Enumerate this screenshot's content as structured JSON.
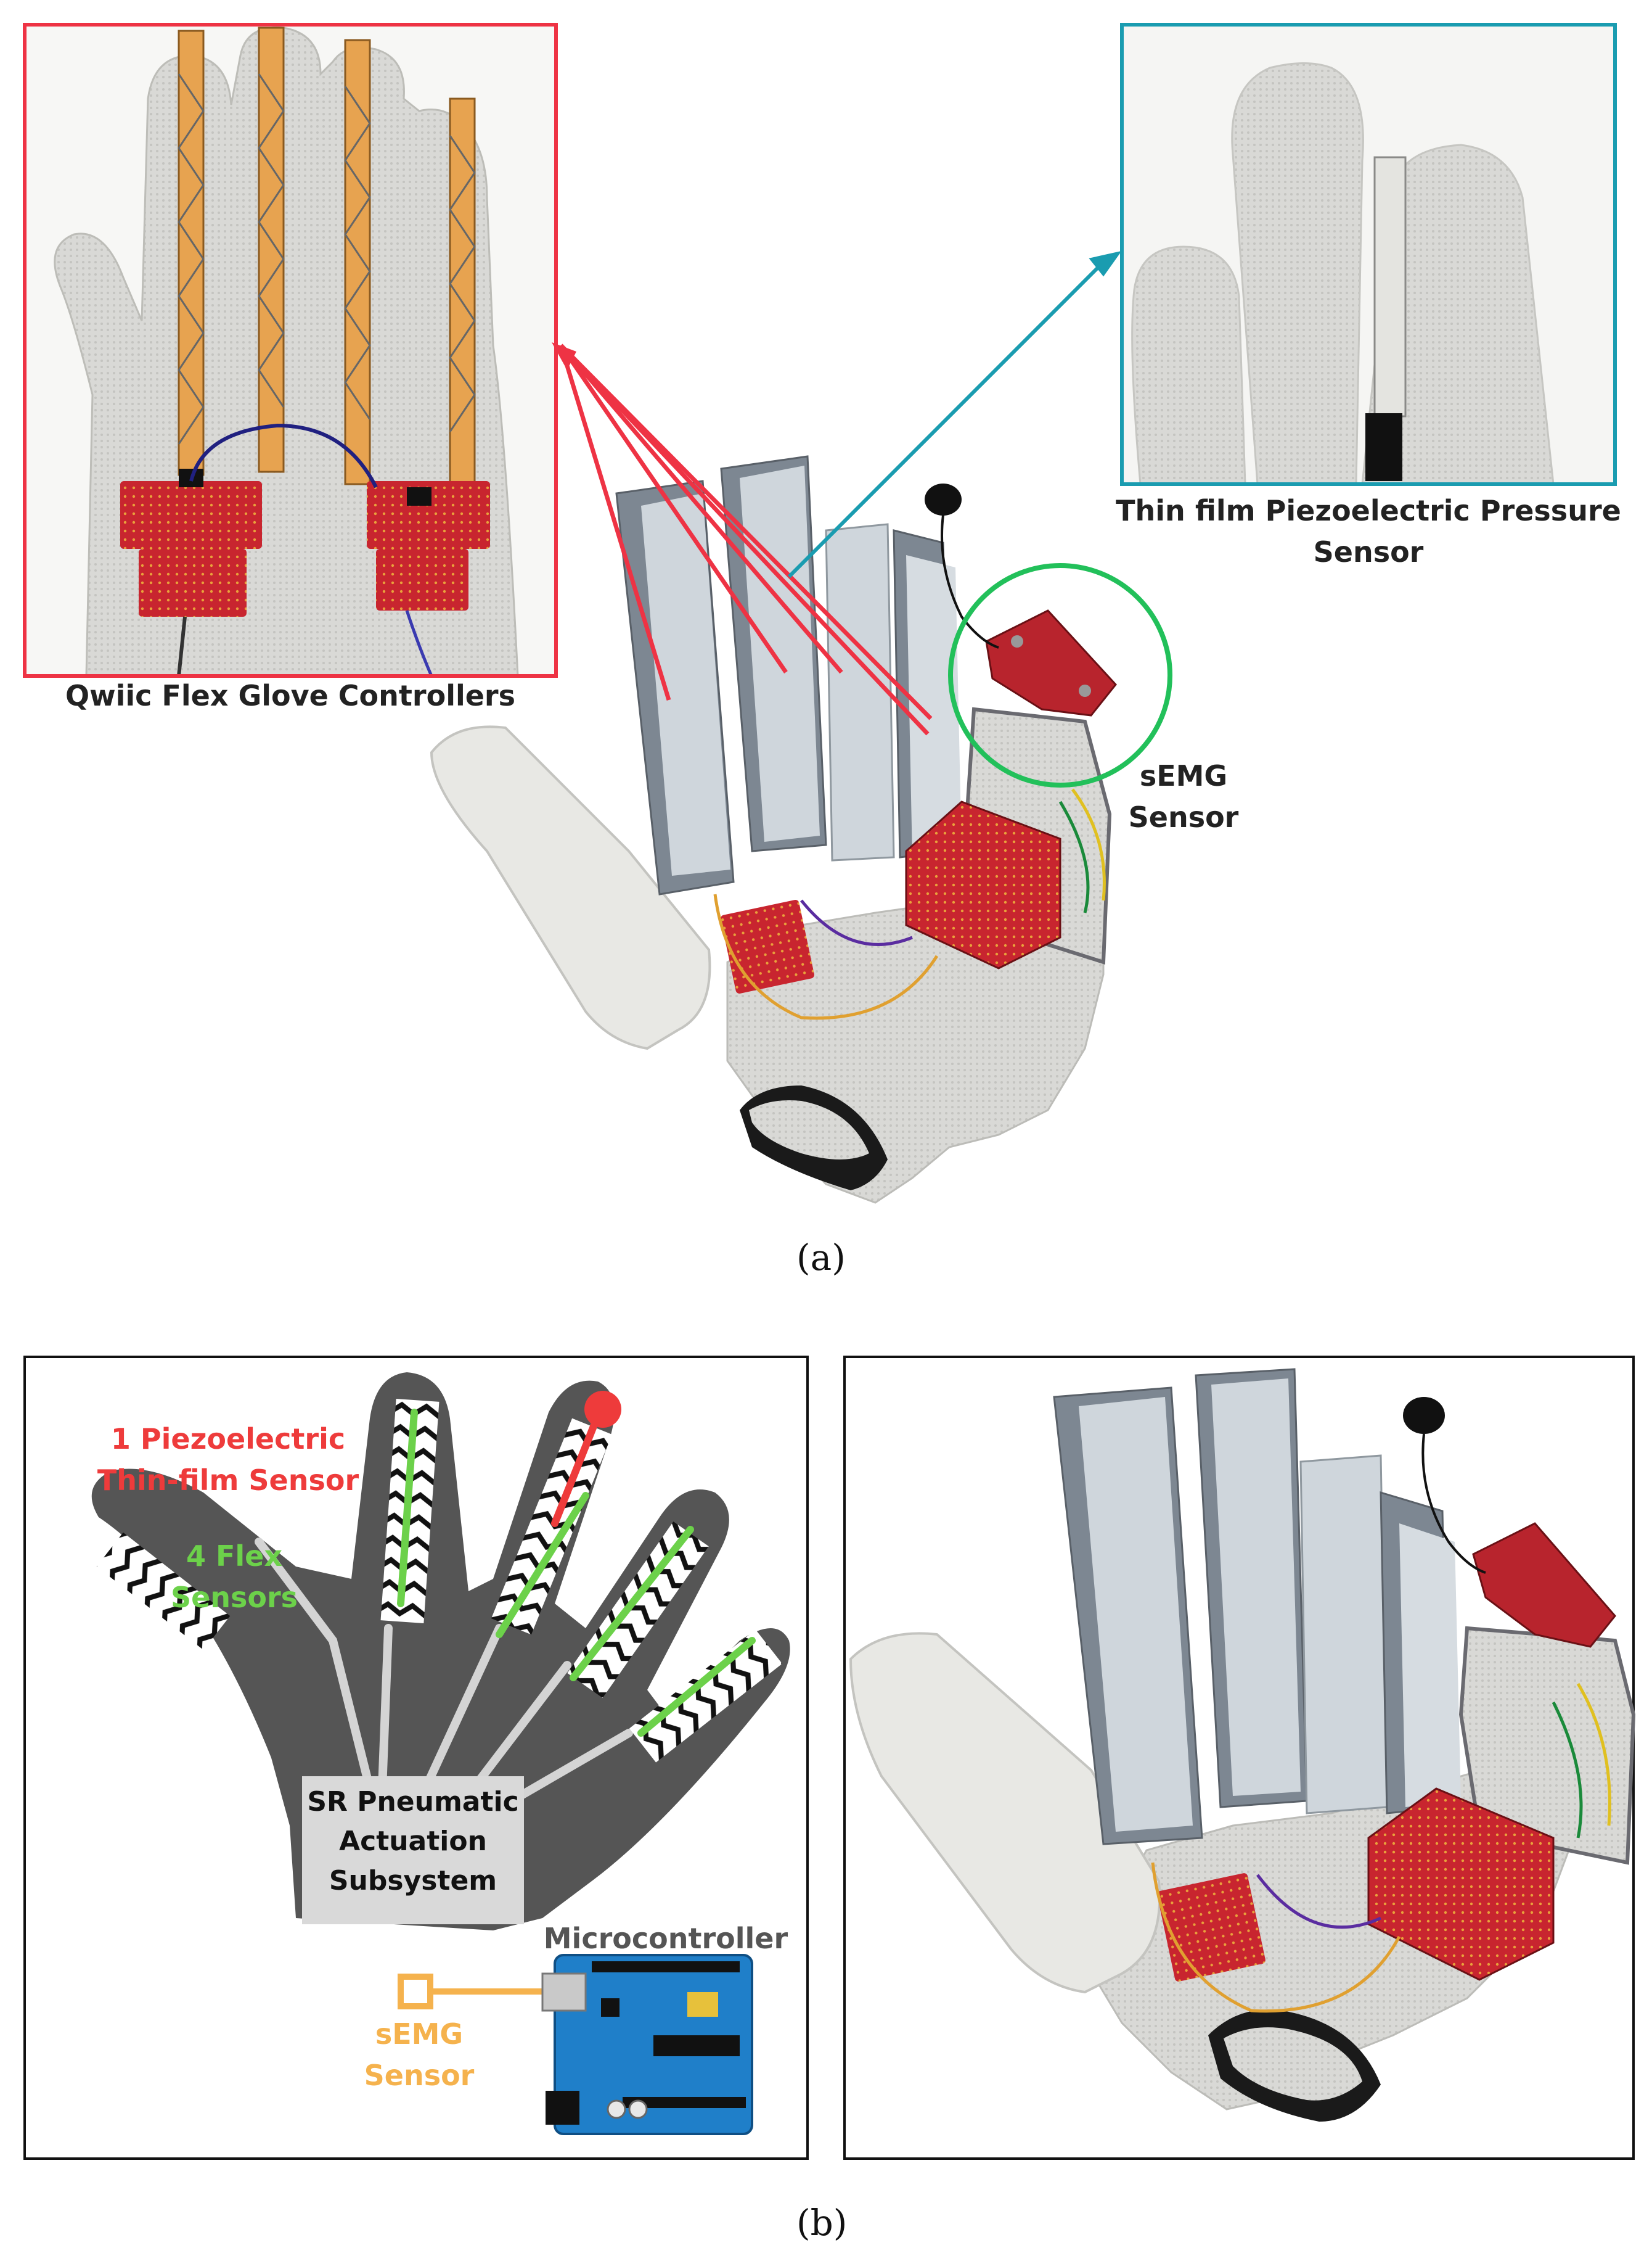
{
  "panel_a": {
    "caption": "(a)",
    "labels": {
      "flex_controllers": "Qwiic Flex Glove Controllers",
      "piezo_sensor": "Thin film Piezoelectric Pressure Sensor",
      "semg": "sEMG Sensor"
    },
    "colors": {
      "flex": "#ee3344",
      "piezo": "#1a9cb0",
      "semg": "#22c05a"
    }
  },
  "panel_b": {
    "caption": "(b)",
    "labels": {
      "piezo": "1 Piezoelectric Thin-film Sensor",
      "flex": "4 Flex Sensors",
      "actuation": "SR Pneumatic Actuation Subsystem",
      "microcontroller": "Microcontroller",
      "semg": "sEMG Sensor"
    },
    "colors": {
      "piezo": "#ee3b3b",
      "flex": "#6cd14a",
      "semg": "#f5b24d",
      "hand": "#555555",
      "board": "#1f7fc9"
    }
  }
}
